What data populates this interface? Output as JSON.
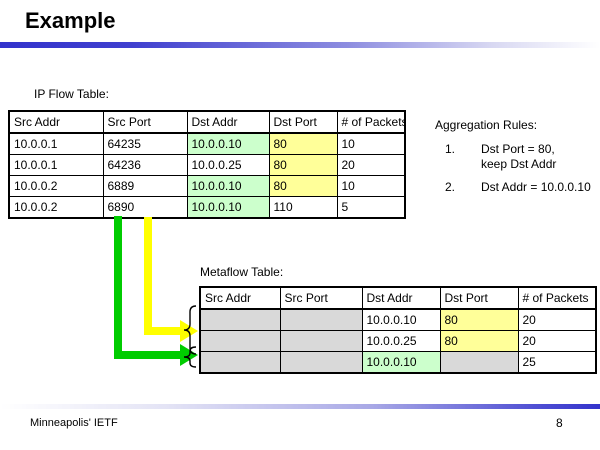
{
  "slide": {
    "title": "Example",
    "footer": "Minneapolis' IETF",
    "page_number": "8",
    "accent_color": "#3333CC"
  },
  "ip_flow": {
    "caption": "IP Flow Table:",
    "columns": [
      "Src Addr",
      "Src Port",
      "Dst Addr",
      "Dst Port",
      "# of Packets"
    ],
    "rows": [
      {
        "src_addr": "10.0.0.1",
        "src_port": "64235",
        "dst_addr": "10.0.0.10",
        "dst_port": "80",
        "packets": "10"
      },
      {
        "src_addr": "10.0.0.1",
        "src_port": "64236",
        "dst_addr": "10.0.0.25",
        "dst_port": "80",
        "packets": "20"
      },
      {
        "src_addr": "10.0.0.2",
        "src_port": "6889",
        "dst_addr": "10.0.0.10",
        "dst_port": "80",
        "packets": "10"
      },
      {
        "src_addr": "10.0.0.2",
        "src_port": "6890",
        "dst_addr": "10.0.0.10",
        "dst_port": "110",
        "packets": "5"
      }
    ]
  },
  "metaflow": {
    "caption": "Metaflow Table:",
    "columns": [
      "Src Addr",
      "Src Port",
      "Dst Addr",
      "Dst Port",
      "# of Packets"
    ],
    "rows": [
      {
        "src_addr": "",
        "src_port": "",
        "dst_addr": "10.0.0.10",
        "dst_port": "80",
        "packets": "20"
      },
      {
        "src_addr": "",
        "src_port": "",
        "dst_addr": "10.0.0.25",
        "dst_port": "80",
        "packets": "20"
      },
      {
        "src_addr": "",
        "src_port": "",
        "dst_addr": "10.0.0.10",
        "dst_port": "",
        "packets": "25"
      }
    ]
  },
  "aggregation_rules": {
    "title": "Aggregation Rules:",
    "items": [
      {
        "number": "1.",
        "line1": "Dst Port = 80,",
        "line2": "keep Dst Addr"
      },
      {
        "number": "2.",
        "line1": "Dst Addr = 10.0.0.10",
        "line2": ""
      }
    ]
  },
  "highlights": {
    "green_fill": "#CCFFCC",
    "yellow_fill": "#FFFF99",
    "gray_fill": "#D9D9D9",
    "green_arrow": "#00CC00",
    "yellow_arrow": "#FFFF00"
  }
}
